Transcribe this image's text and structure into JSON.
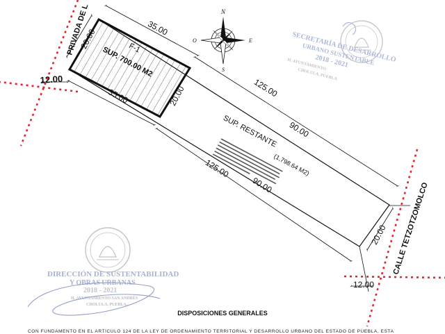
{
  "plan": {
    "street_top": "PRIVADA DE L",
    "street_right": "CALLE TETZOTZOMOLCO",
    "lot1_code": "F-1",
    "lot1_area": "SUP. 700.00 M2",
    "remainder_label": "SUP. RESTANTE",
    "remainder_area": "(1,798.64 M2)",
    "compass": {
      "north": "N",
      "south": "S",
      "east": "E",
      "west": "O"
    },
    "dims": {
      "d20_a": "20.00",
      "d35_top": "35.00",
      "d35_bottom": "35.00",
      "d20_b": "20.00",
      "d125_top": "125.00",
      "d90_top": "90.00",
      "d125_bottom": "125.00",
      "d90_bottom": "90.00",
      "d20_right": "20.00",
      "street_width_left": "12.00",
      "street_width_right": "12.00"
    }
  },
  "stamps": {
    "top_line1": "SECRETARÍA DE DESARROLLO",
    "top_line2": "URBANO SUSTENTABLE",
    "top_line3": "2018 - 2021",
    "top_line4": "H. AYUNTAMIENTO",
    "top_line5": "CHOLULA, PUEBLA",
    "bottom_line1": "DIRECCIÓN DE SUSTENTABILIDAD",
    "bottom_line2": "Y OBRAS URBANAS",
    "bottom_line3": "2018 - 2021",
    "bottom_line4": "H. AYUNTAMIENTO SAN ANDRÉS",
    "bottom_line5": "CHOLULA, PUEBLA."
  },
  "footer": {
    "title": "DISPOSICIONES GENERALES",
    "text": "CON FUNDAMENTO EN EL ARTÍCULO 124 DE LA LEY DE ORDENAMIENTO TERRITORIAL Y DESARROLLO URBANO DEL ESTADO DE PUEBLA, ESTA"
  },
  "colors": {
    "boundary_red": "#e0262b",
    "stamp_blue": "#6a7fb8",
    "stamp_gray": "#9a9aa6",
    "line": "#111111"
  }
}
